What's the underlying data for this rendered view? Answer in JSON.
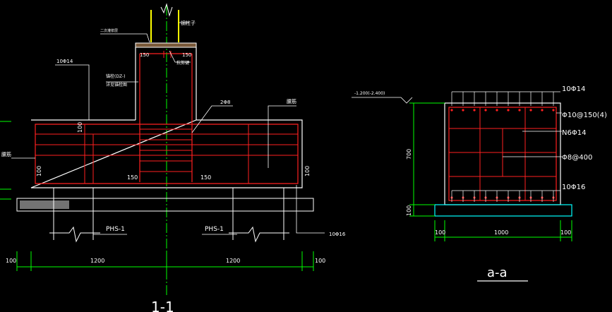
{
  "colors": {
    "background": "#000000",
    "concrete": "#ffffff",
    "rebar": "#ff2020",
    "dimension": "#00ff00",
    "leader": "#ffffff",
    "column": "#ffff00",
    "axis": "#00ff00",
    "base": "#00ffff",
    "label": "#ffffff"
  },
  "section_1_1": {
    "title": "1-1",
    "labels": {
      "top_note": "二次灌浆层",
      "column_label": "钢柱子",
      "plate_note": "抗剪键",
      "rebar_top": "10Φ14",
      "bolt_note_a": "锚栓(DZ-)",
      "bolt_note_b": "详见锚栓图",
      "stirrup": "2Φ8",
      "right_note": "腰筋",
      "left_note": "腰筋",
      "pier_left_150": "150",
      "pier_right_150": "150",
      "inner_left_150": "150",
      "inner_right_150": "150",
      "side_100_upper": "100",
      "side_100_left": "100",
      "side_100_right": "100",
      "pile_left": "PHS-1",
      "pile_right": "PHS-1",
      "rebar_bottom": "10Φ16"
    },
    "dims": {
      "left_end": "100",
      "left_span": "1200",
      "right_span": "1200",
      "right_end": "100"
    }
  },
  "section_a_a": {
    "title": "a-a",
    "labels": {
      "elevation": "-1.200(-2.400)",
      "top_bars": "10Φ14",
      "stirrups": "Φ10@150(4)",
      "side_bars": "N6Φ14",
      "ties": "Φ8@400",
      "bottom_bars": "10Φ16"
    },
    "dims": {
      "height": "700",
      "base": "100",
      "width_left": "100",
      "width_mid": "1000",
      "width_right": "100"
    }
  }
}
